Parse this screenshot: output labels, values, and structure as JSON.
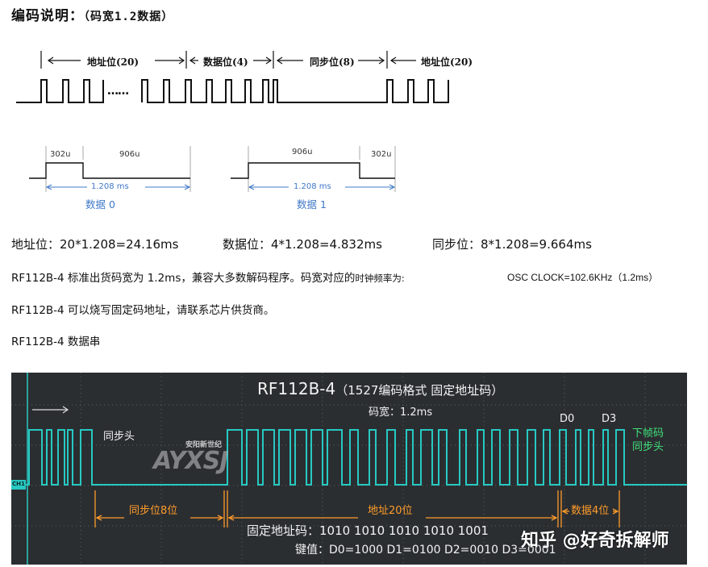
{
  "heading": {
    "main": "编码说明：",
    "sub": "（码宽1.2数据）"
  },
  "timing": {
    "address_label": "地址位(20)",
    "data_label": "数据位(4)",
    "sync_label": "同步位(8)",
    "address_label_2": "地址位(20)",
    "dots": "……"
  },
  "bit0": {
    "short_width": "302u",
    "long_width": "906u",
    "period": "1.208 ms",
    "caption": "数据 0"
  },
  "bit1": {
    "long_width": "906u",
    "short_width": "302u",
    "period": "1.208 ms",
    "caption": "数据 1"
  },
  "formulas": {
    "address": "地址位：20*1.208=24.16ms",
    "data": "数据位：4*1.208=4.832ms",
    "sync": "同步位：8*1.208=9.664ms"
  },
  "paragraphs": {
    "line1_a": "RF112B-4 标准出货码宽为 1.2ms，兼容大多数解码程序。码宽对应的",
    "line1_b": "时钟频率为:",
    "line1_c": "OSC CLOCK=102.6KHz（1.2ms）",
    "line2": "RF112B-4 可以烧写固定码地址，请联系芯片供货商。",
    "line3": "RF112B-4 数据串"
  },
  "scope": {
    "title": "RF112B-4",
    "title_note": "（1527编码格式  固定地址码）",
    "code_width": "码宽：1.2ms",
    "sync_head": "同步头",
    "d0": "D0",
    "d3": "D3",
    "next_frame_1": "下帧码",
    "next_frame_2": "同步头",
    "sync_bits": "同步位8位",
    "address_bits": "地址20位",
    "data_bits": "数据4位",
    "fixed_address": "固定地址码：1010  1010  1010  1010  1001",
    "key_values": "键值：D0=1000  D1=0100  D2=0010  D3=0001",
    "channel": "CH1",
    "logo_text": "AYXSJ",
    "logo_sub": "安阳新世纪",
    "watermark": "知乎 @好奇拆解师",
    "colors": {
      "trace": "#27c9c2",
      "annotation": "#ff9c2a",
      "next_frame": "#3fe07a",
      "background": "#2b2e31"
    }
  }
}
